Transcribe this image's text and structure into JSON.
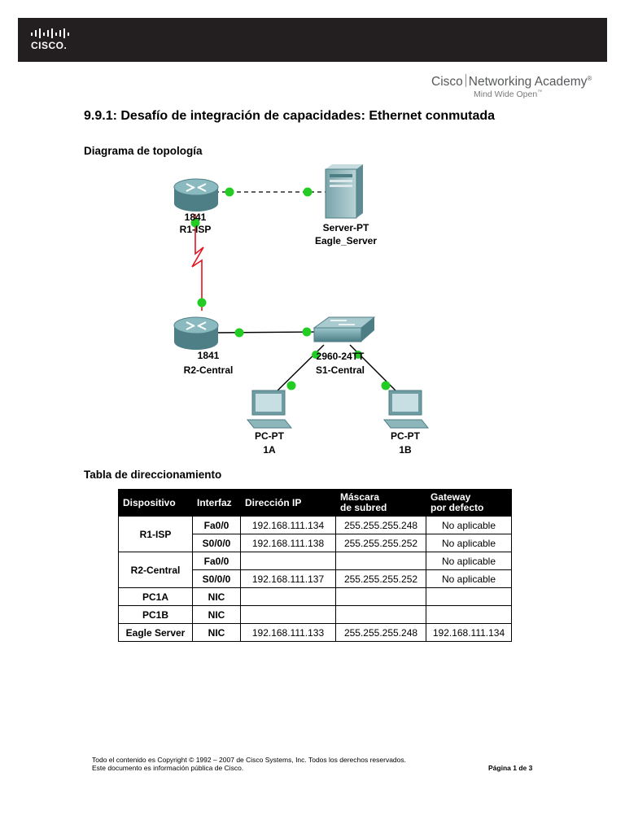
{
  "header": {
    "logo_text": "CISCO.",
    "academy_brand": "Cisco",
    "academy_name": "Networking Academy",
    "academy_mark": "®",
    "tagline": "Mind Wide Open",
    "tagline_mark": "™"
  },
  "title": "9.9.1: Desafío de integración de capacidades: Ethernet conmutada",
  "topology": {
    "heading": "Diagrama de topología",
    "devices": [
      {
        "id": "r1",
        "model": "1841",
        "name": "R1-ISP"
      },
      {
        "id": "server",
        "model": "Server-PT",
        "name": "Eagle_Server"
      },
      {
        "id": "r2",
        "model": "1841",
        "name": "R2-Central"
      },
      {
        "id": "s1",
        "model": "2960-24TT",
        "name": "S1-Central"
      },
      {
        "id": "pc1a",
        "model": "PC-PT",
        "name": "1A"
      },
      {
        "id": "pc1b",
        "model": "PC-PT",
        "name": "1B"
      }
    ]
  },
  "addressing": {
    "heading": "Tabla de direccionamiento",
    "columns": [
      "Dispositivo",
      "Interfaz",
      "Dirección IP",
      "Máscara\nde subred",
      "Gateway\npor defecto"
    ],
    "devices": [
      {
        "device": "R1-ISP",
        "rows": [
          {
            "iface": "Fa0/0",
            "ip": "192.168.111.134",
            "mask": "255.255.255.248",
            "gw": "No aplicable"
          },
          {
            "iface": "S0/0/0",
            "ip": "192.168.111.138",
            "mask": "255.255.255.252",
            "gw": "No aplicable"
          }
        ]
      },
      {
        "device": "R2-Central",
        "rows": [
          {
            "iface": "Fa0/0",
            "ip": "",
            "mask": "",
            "gw": "No aplicable"
          },
          {
            "iface": "S0/0/0",
            "ip": "192.168.111.137",
            "mask": "255.255.255.252",
            "gw": "No aplicable"
          }
        ]
      },
      {
        "device": "PC1A",
        "rows": [
          {
            "iface": "NIC",
            "ip": "",
            "mask": "",
            "gw": ""
          }
        ]
      },
      {
        "device": "PC1B",
        "rows": [
          {
            "iface": "NIC",
            "ip": "",
            "mask": "",
            "gw": ""
          }
        ]
      },
      {
        "device": "Eagle Server",
        "rows": [
          {
            "iface": "NIC",
            "ip": "192.168.111.133",
            "mask": "255.255.255.248",
            "gw": "192.168.111.134"
          }
        ]
      }
    ]
  },
  "footer": {
    "copyright": "Todo el contenido es Copyright © 1992 – 2007 de Cisco Systems, Inc. Todos los derechos reservados.",
    "notice": "Este documento es información pública de Cisco.",
    "page": "Página 1 de 3"
  },
  "colors": {
    "header_bar": "#231f20",
    "link_green": "#22cc22",
    "serial_red": "#e0141e",
    "device_teal": "#5b8f96"
  }
}
